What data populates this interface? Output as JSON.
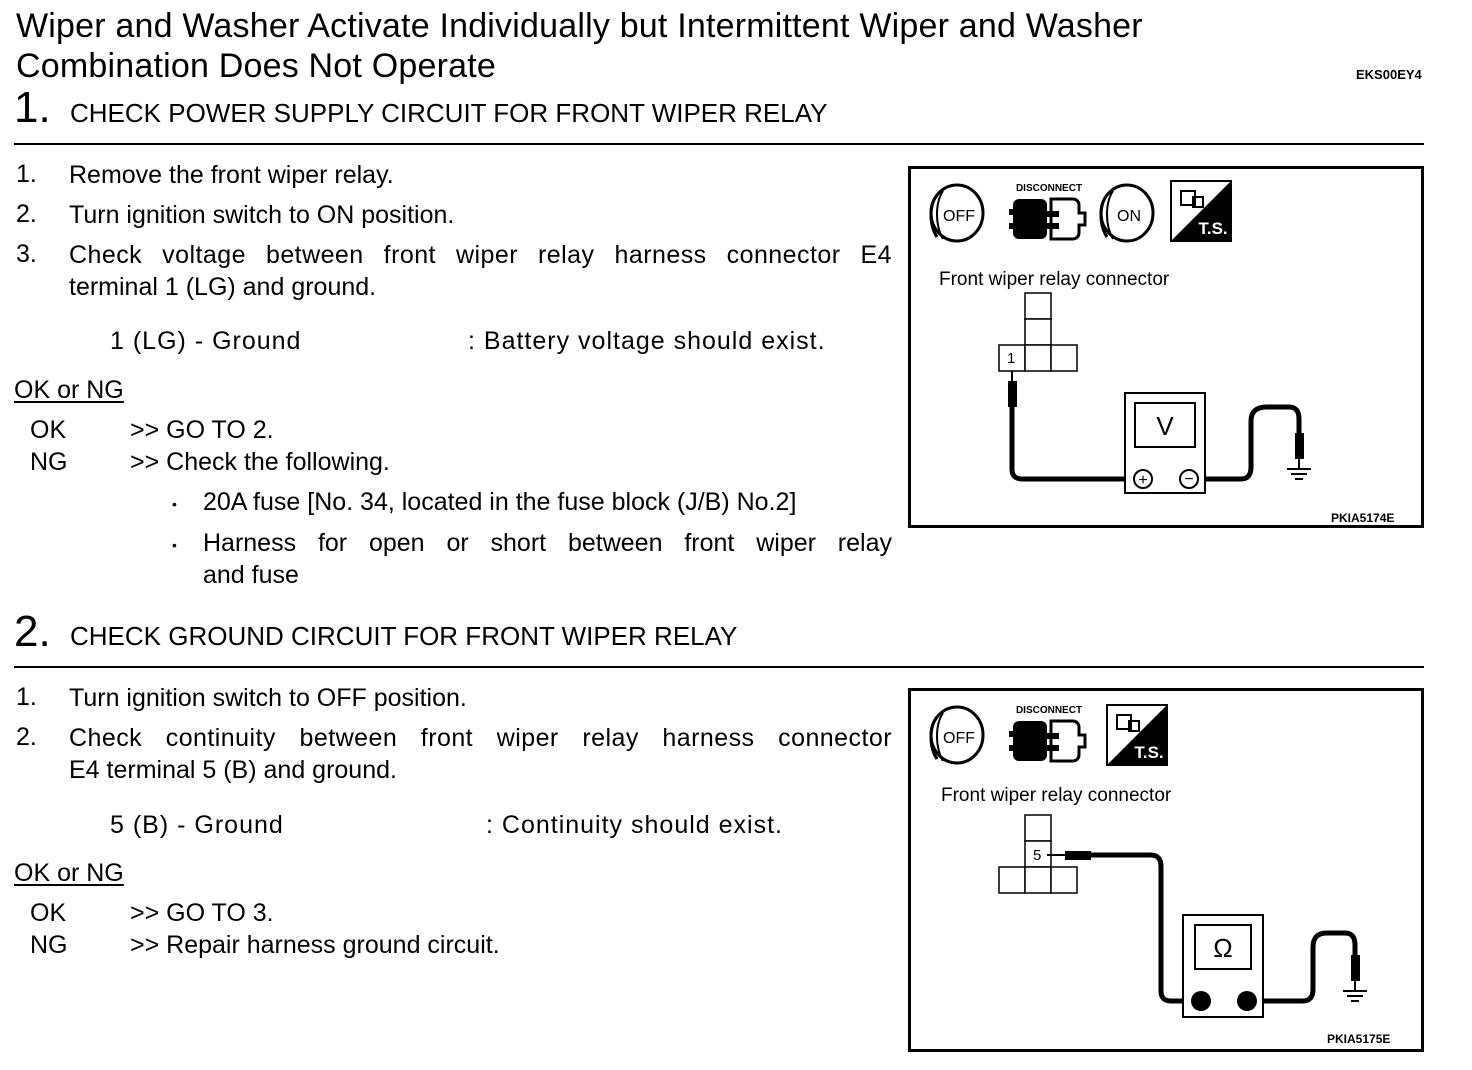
{
  "title": {
    "line1": "Wiper and Washer Activate Individually but Intermittent Wiper and Washer",
    "line2": "Combination Does Not Operate",
    "code": "EKS00EY4"
  },
  "step1": {
    "number": "1.",
    "heading": "CHECK POWER SUPPLY CIRCUIT FOR FRONT WIPER RELAY",
    "items": [
      {
        "n": "1.",
        "text": "Remove the front wiper relay."
      },
      {
        "n": "2.",
        "text": "Turn ignition switch to ON position."
      },
      {
        "n": "3.",
        "line1": "Check voltage between front wiper relay harness connector E4",
        "line2": "terminal 1 (LG) and ground."
      }
    ],
    "spec_left": "1 (LG) - Ground",
    "spec_right": ": Battery voltage should exist.",
    "ok_ng": "OK or NG",
    "ok_label": "OK",
    "ok_action": ">> GO TO 2.",
    "ng_label": "NG",
    "ng_action": ">> Check the following.",
    "bullets": [
      {
        "line1": "20A fuse [No. 34, located in the fuse block (J/B) No.2]"
      },
      {
        "line1": "Harness for open or short between front wiper relay",
        "line2": "and fuse"
      }
    ],
    "figure": {
      "icons": [
        "key-off-icon",
        "disconnect-icon",
        "key-on-icon",
        "ts-icon"
      ],
      "disconnect_label": "DISCONNECT",
      "off_label": "OFF",
      "on_label": "ON",
      "ts_label": "T.S.",
      "connector_label": "Front wiper relay connector",
      "terminal": "1",
      "meter": "V",
      "plus": "+",
      "minus": "−",
      "code": "PKIA5174E"
    }
  },
  "step2": {
    "number": "2.",
    "heading": "CHECK GROUND CIRCUIT FOR FRONT WIPER RELAY",
    "items": [
      {
        "n": "1.",
        "text": "Turn ignition switch to OFF position."
      },
      {
        "n": "2.",
        "line1": "Check continuity between front wiper relay harness connector",
        "line2": "E4 terminal 5 (B) and ground."
      }
    ],
    "spec_left": "5 (B) - Ground",
    "spec_right": ": Continuity should exist.",
    "ok_ng": "OK or NG",
    "ok_label": "OK",
    "ok_action": ">> GO TO 3.",
    "ng_label": "NG",
    "ng_action": ">> Repair harness ground circuit.",
    "figure": {
      "icons": [
        "key-off-icon",
        "disconnect-icon",
        "ts-icon"
      ],
      "disconnect_label": "DISCONNECT",
      "off_label": "OFF",
      "ts_label": "T.S.",
      "connector_label": "Front wiper relay connector",
      "terminal": "5",
      "meter": "Ω",
      "code": "PKIA5175E"
    }
  }
}
